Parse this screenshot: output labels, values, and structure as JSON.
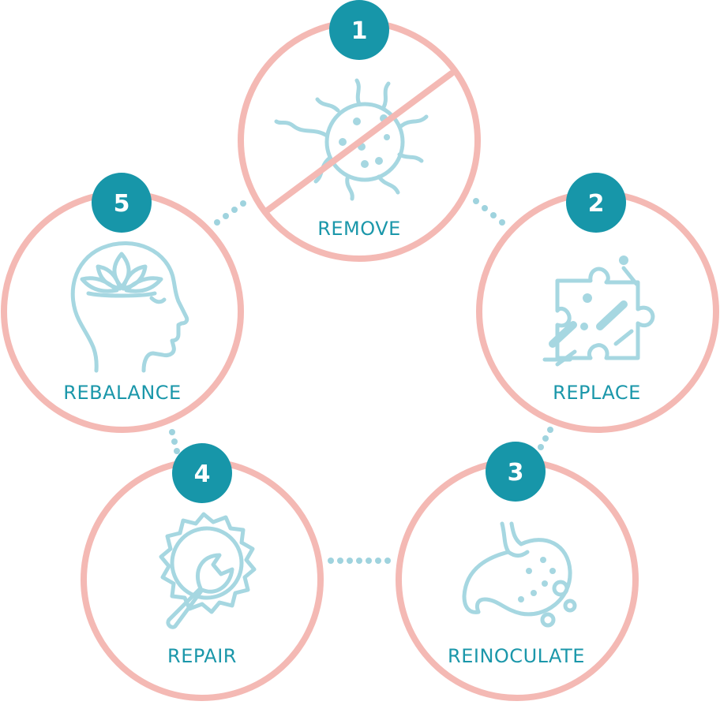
{
  "colors": {
    "ring": "#f4b9b4",
    "badge": "#1796a9",
    "label": "#1b97aa",
    "icon": "#a6d7e1",
    "dots": "#9fd3de"
  },
  "steps": [
    {
      "number": "1",
      "label": "REMOVE",
      "icon": "bacteria-crossed-icon"
    },
    {
      "number": "2",
      "label": "REPLACE",
      "icon": "puzzle-bacteria-icon"
    },
    {
      "number": "3",
      "label": "REINOCULATE",
      "icon": "stomach-icon"
    },
    {
      "number": "4",
      "label": "REPAIR",
      "icon": "wrench-gear-icon"
    },
    {
      "number": "5",
      "label": "REBALANCE",
      "icon": "lotus-head-icon"
    }
  ]
}
